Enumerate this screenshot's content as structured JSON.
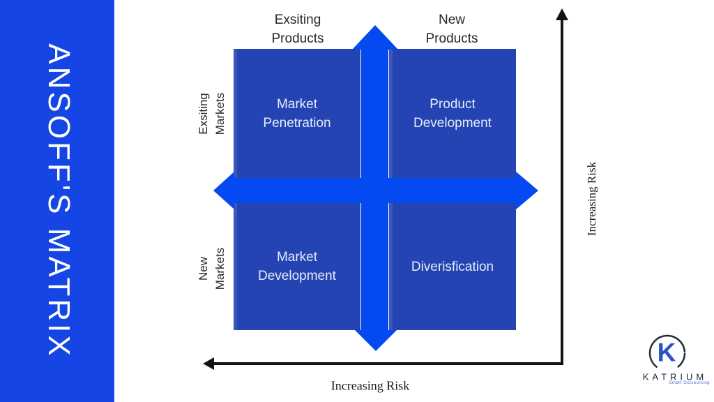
{
  "title": "ANSOFF'S MATRIX",
  "matrix": {
    "column_labels": [
      "Exsiting\nProducts",
      "New\nProducts"
    ],
    "row_labels": [
      "Exsiting\nMarkets",
      "New\nMarkets"
    ],
    "quadrants": [
      {
        "id": "market-penetration",
        "label": "Market\nPenetration"
      },
      {
        "id": "product-development",
        "label": "Product\nDevelopment"
      },
      {
        "id": "market-development",
        "label": "Market\nDevelopment"
      },
      {
        "id": "diverisfication",
        "label": "Diverisfication"
      }
    ]
  },
  "axes": {
    "right_label": "Increasing Risk",
    "bottom_label": "Increasing Risk"
  },
  "logo": {
    "monogram": "K",
    "name": "KATRIUM",
    "tagline": "Smart Outsourcing"
  },
  "colors": {
    "sidebar_blue": "#1546E5",
    "cross_arrow_blue": "#0549F0",
    "quadrant_blue": "#2544B4",
    "quadrant_text": "#E7EBF8",
    "axis_black": "#141414",
    "logo_blue": "#2B52CC"
  }
}
